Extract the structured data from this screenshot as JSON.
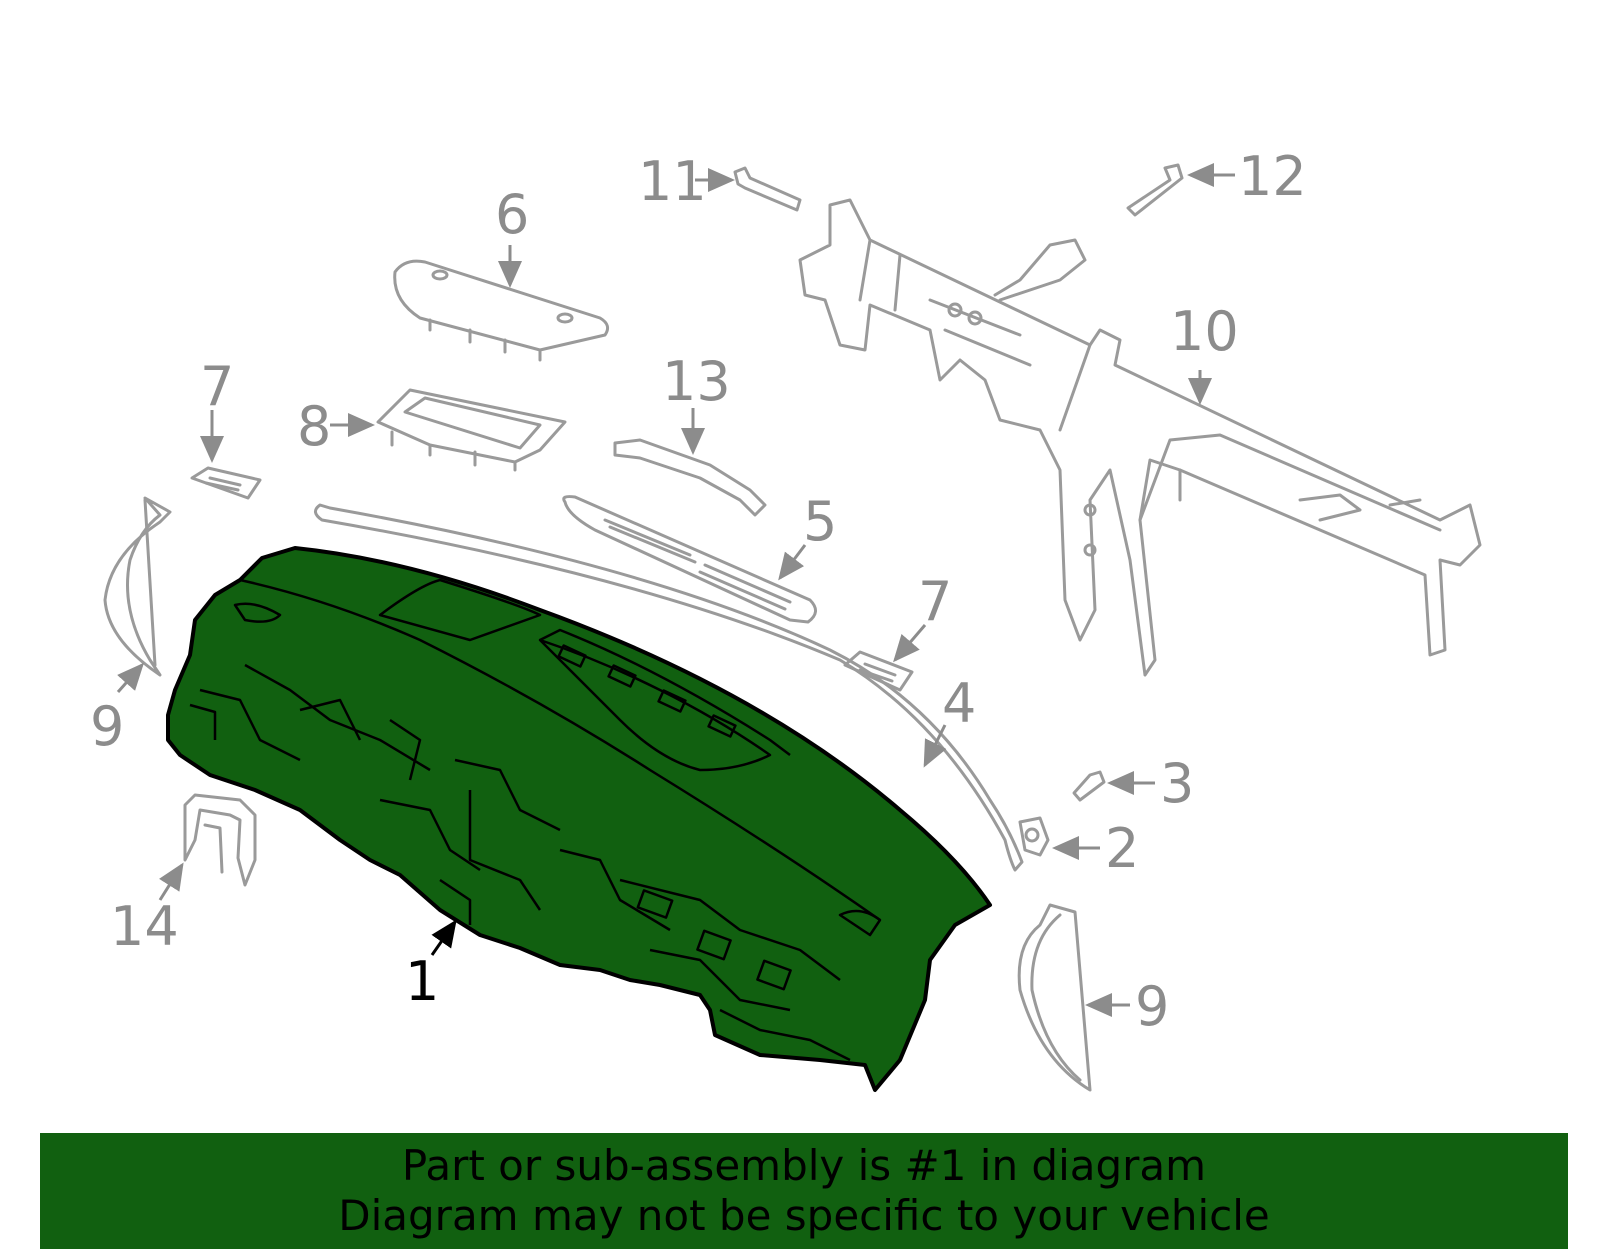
{
  "diagram": {
    "highlighted_part": "1",
    "highlight_color": "#116010",
    "callouts": {
      "p1": "1",
      "p2": "2",
      "p3": "3",
      "p4": "4",
      "p5": "5",
      "p6": "6",
      "p7a": "7",
      "p7b": "7",
      "p8": "8",
      "p9a": "9",
      "p9b": "9",
      "p10": "10",
      "p11": "11",
      "p12": "12",
      "p13": "13",
      "p14": "14"
    }
  },
  "banner": {
    "line1": "Part or sub-assembly is #1 in diagram",
    "line2": "Diagram may not be specific to your vehicle",
    "background": "#116010"
  }
}
